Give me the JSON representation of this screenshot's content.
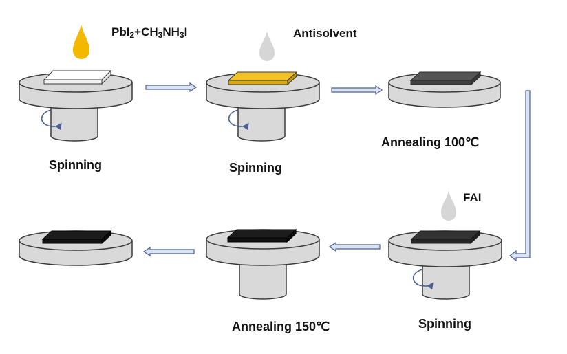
{
  "labels": {
    "drop1": "PbI",
    "drop1_sub1": "2",
    "drop1_mid1": "+CH",
    "drop1_sub2": "3",
    "drop1_mid2": "NH",
    "drop1_sub3": "3",
    "drop1_end": "I",
    "drop2": "Antisolvent",
    "drop3": "FAI",
    "step1": "Spinning",
    "step2": "Spinning",
    "step3": "Annealing 100℃",
    "step4": "Spinning",
    "step5": "Annealing 150℃"
  },
  "colors": {
    "platform_fill": "#d9d9d9",
    "platform_stroke": "#3a3a3a",
    "arrow_fill": "#dce3f0",
    "arrow_stroke": "#4a6192",
    "drop_orange": "#f5b800",
    "drop_gray": "#d6d6d6",
    "substrate_white": "#ffffff",
    "substrate_yellow": "#f2c225",
    "substrate_gray": "#555555",
    "substrate_dark": "#333333",
    "substrate_black": "#1c1c1c"
  }
}
